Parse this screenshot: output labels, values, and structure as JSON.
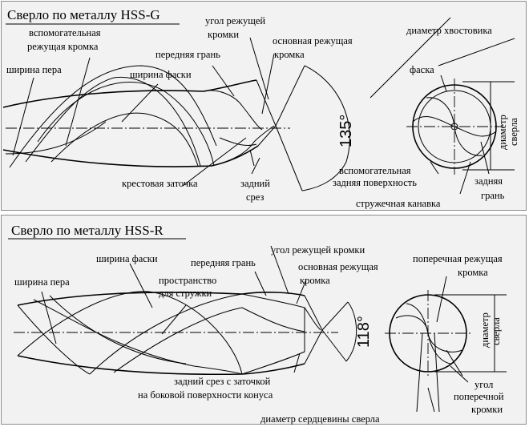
{
  "g": {
    "title": "Сверло по металлу HSS-G",
    "labels": {
      "aux_edge_1": "вспомогательная",
      "aux_edge_2": "режущая кромка",
      "width_feather": "ширина пера",
      "front_face": "передняя грань",
      "chamfer_width": "ширина фаски",
      "cut_angle_1": "угол режущей",
      "cut_angle_2": "кромки",
      "main_edge_1": "основная режущая",
      "main_edge_2": "кромка",
      "shank_diameter": "диаметр хвостовика",
      "chamfer": "фаска",
      "drill_diameter_1": "диаметр",
      "drill_diameter_2": "сверла",
      "cross_sharpen": "крестовая заточка",
      "back_cut_1": "задний",
      "back_cut_2": "срез",
      "aux_back_1": "вспомогательная",
      "aux_back_2": "задняя поверхность",
      "back_face_1": "задняя",
      "back_face_2": "грань",
      "flute": "стружечная канавка",
      "angle": "135°"
    }
  },
  "r": {
    "title": "Сверло по металлу HSS-R",
    "labels": {
      "chamfer_width": "ширина фаски",
      "cut_angle": "угол режущей кромки",
      "front_face": "передняя грань",
      "main_edge_1": "основная режущая",
      "main_edge_2": "кромка",
      "width_feather": "ширина пера",
      "chip_space_1": "пространство",
      "chip_space_2": "для стружки",
      "cross_edge_1": "поперечная режущая",
      "cross_edge_2": "кромка",
      "drill_diameter_1": "диаметр",
      "drill_diameter_2": "сверла",
      "back_cut_1": "задний срез с заточкой",
      "back_cut_2": "на боковой поверхности конуса",
      "core_diameter": "диаметр сердцевины сверла",
      "cross_angle_1": "угол",
      "cross_angle_2": "поперечной",
      "cross_angle_3": "кромки",
      "angle": "118°"
    }
  }
}
